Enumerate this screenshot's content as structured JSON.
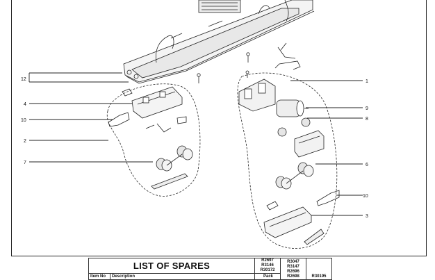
{
  "callouts": [
    {
      "id": "12",
      "label": "12"
    },
    {
      "id": "4",
      "label": "4"
    },
    {
      "id": "10-left",
      "label": "10"
    },
    {
      "id": "2",
      "label": "2"
    },
    {
      "id": "7",
      "label": "7"
    },
    {
      "id": "1",
      "label": "1"
    },
    {
      "id": "9",
      "label": "9"
    },
    {
      "id": "8",
      "label": "8"
    },
    {
      "id": "6",
      "label": "6"
    },
    {
      "id": "10-right",
      "label": "10"
    },
    {
      "id": "3",
      "label": "3"
    }
  ],
  "spares_table": {
    "title": "LIST OF SPARES",
    "headers": {
      "item_no": "Item No",
      "description": "Description",
      "pack": "Pack"
    },
    "code_columns": [
      [
        "R2697",
        "R3146",
        "R30172"
      ],
      [
        "R3047",
        "R3147",
        "R2696",
        "R2698"
      ],
      [
        "R30195"
      ]
    ]
  }
}
